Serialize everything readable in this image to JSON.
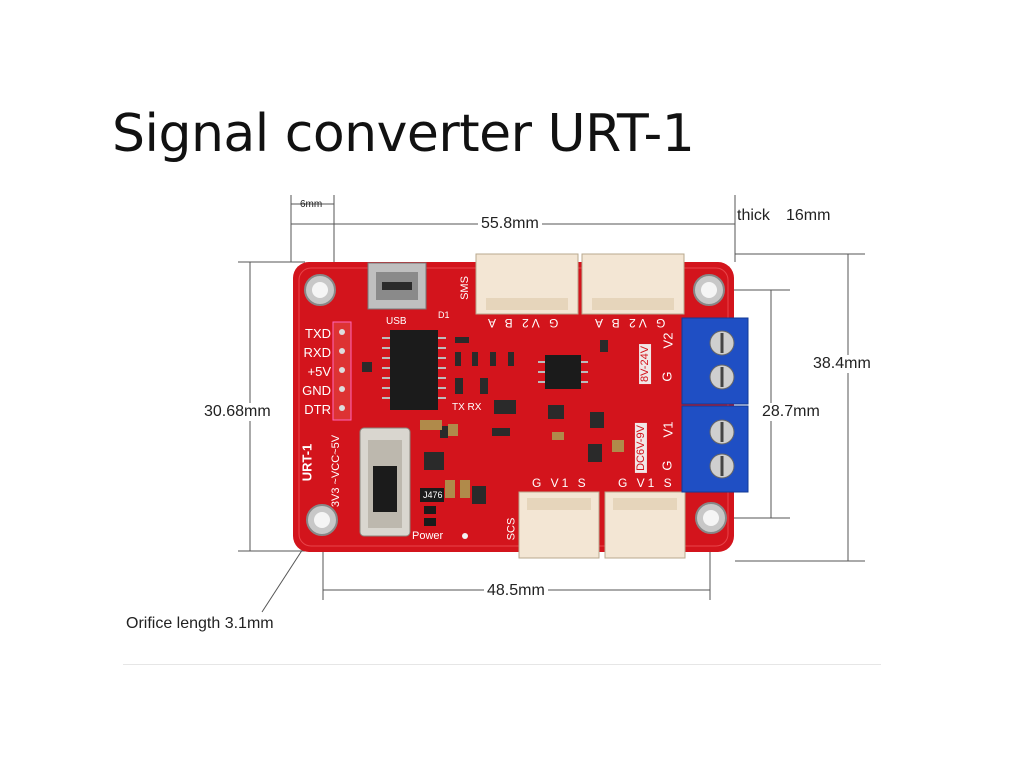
{
  "title": "Signal converter URT-1",
  "dimensions": {
    "pin_pitch": "6mm",
    "width_top": "55.8mm",
    "thickness_label": "thick",
    "thickness_value": "16mm",
    "height_right": "38.4mm",
    "height_left": "30.68mm",
    "terminal_height": "28.7mm",
    "width_bottom": "48.5mm",
    "orifice": "Orifice length 3.1mm"
  },
  "board": {
    "pins": [
      "TXD",
      "RXD",
      "+5V",
      "GND",
      "DTR"
    ],
    "model": "URT-1",
    "switch_label": "3V3 ~VCC~5V",
    "power_label": "Power",
    "usb_label": "USB",
    "sms_label": "SMS",
    "scs_label": "SCS",
    "top_conn1_pins": "G V2 B A",
    "top_conn2_pins": "G V2 B A",
    "bottom_conn_pins": "G V1 S",
    "terminal_pins": [
      "V2",
      "G",
      "V1",
      "G"
    ],
    "volt_top": "8V-24V",
    "volt_bottom": "DC6V-9V",
    "chip_label": "J476",
    "tx_rx": "TX RX",
    "d1": "D1"
  },
  "colors": {
    "board": "#d3141c",
    "terminal": "#1f4fc4",
    "connector": "#f3e6d4"
  }
}
